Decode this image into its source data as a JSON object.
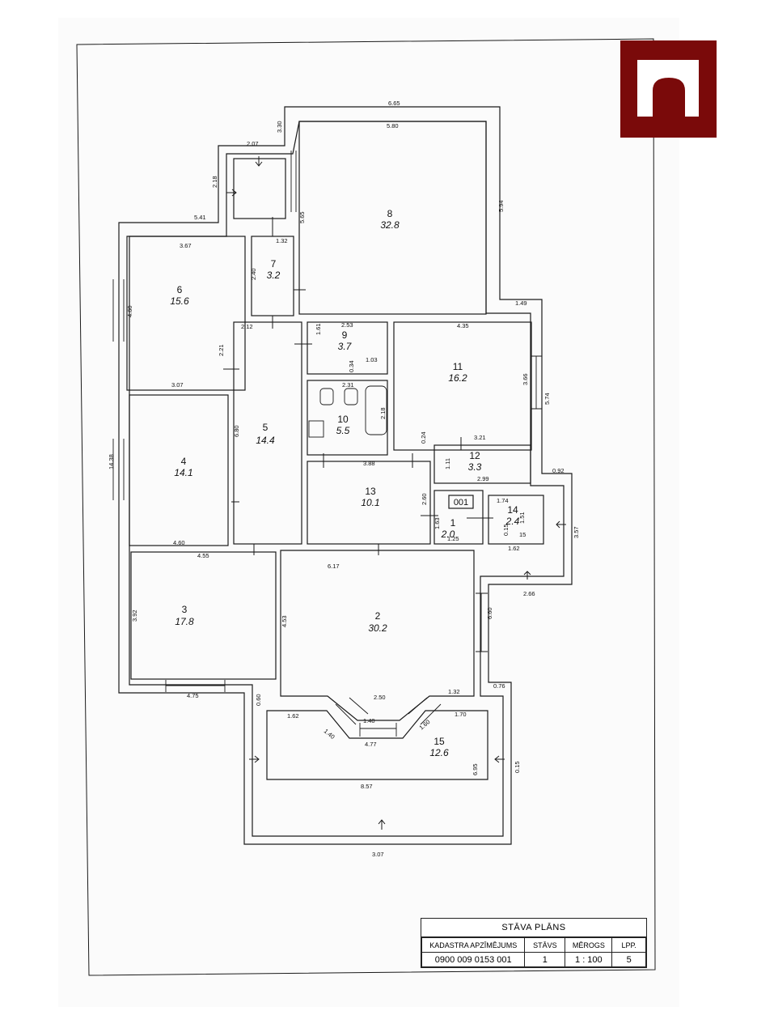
{
  "rooms": [
    {
      "num": "1",
      "area": "2.0"
    },
    {
      "num": "2",
      "area": "30.2"
    },
    {
      "num": "3",
      "area": "17.8"
    },
    {
      "num": "4",
      "area": "14.1"
    },
    {
      "num": "5",
      "area": "14.4"
    },
    {
      "num": "6",
      "area": "15.6"
    },
    {
      "num": "7",
      "area": "3.2"
    },
    {
      "num": "8",
      "area": "32.8"
    },
    {
      "num": "9",
      "area": "3.7"
    },
    {
      "num": "10",
      "area": "5.5"
    },
    {
      "num": "11",
      "area": "16.2"
    },
    {
      "num": "12",
      "area": "3.3"
    },
    {
      "num": "13",
      "area": "10.1"
    },
    {
      "num": "14",
      "area": "2.4"
    },
    {
      "num": "15",
      "area": "12.6"
    }
  ],
  "dimensions": [
    "6.65",
    "5.80",
    "3.30",
    "2.07",
    "2.18",
    "5.41",
    "5.65",
    "5.94",
    "1.32",
    "3.67",
    "2.40",
    "1.49",
    "4.35",
    "4.60",
    "2.12",
    "1.61",
    "2.53",
    "3.66",
    "5.74",
    "1.03",
    "0.34",
    "2.31",
    "2.18",
    "2.21",
    "3.07",
    "3.21",
    "6.80",
    "0.24",
    "1.11",
    "2.99",
    "3.88",
    "0.92",
    "1.63",
    "2.60",
    "1.74",
    "14.38",
    "1.51",
    "3.57",
    "1.25",
    "0.15",
    "15",
    "1.62",
    "4.55",
    "6.17",
    "2.66",
    "6.60",
    "3.92",
    "4.53",
    "4.75",
    "0.60",
    "2.50",
    "1.32",
    "0.76",
    "1.62",
    "1.40",
    "1.40",
    "1.60",
    "1.70",
    "4.77",
    "0.15",
    "6.95",
    "8.57",
    "3.07",
    "4.60"
  ],
  "entrance_label": "001",
  "title_block": {
    "heading": "STĀVA PLĀNS",
    "col_cadastre": "KADASTRA APZĪMĒJUMS",
    "col_floor": "STĀVS",
    "col_scale": "MĒROGS",
    "col_page": "LPP.",
    "cadastre": "0900 009 0153 001",
    "floor": "1",
    "scale": "1 : 100",
    "page": "5"
  }
}
